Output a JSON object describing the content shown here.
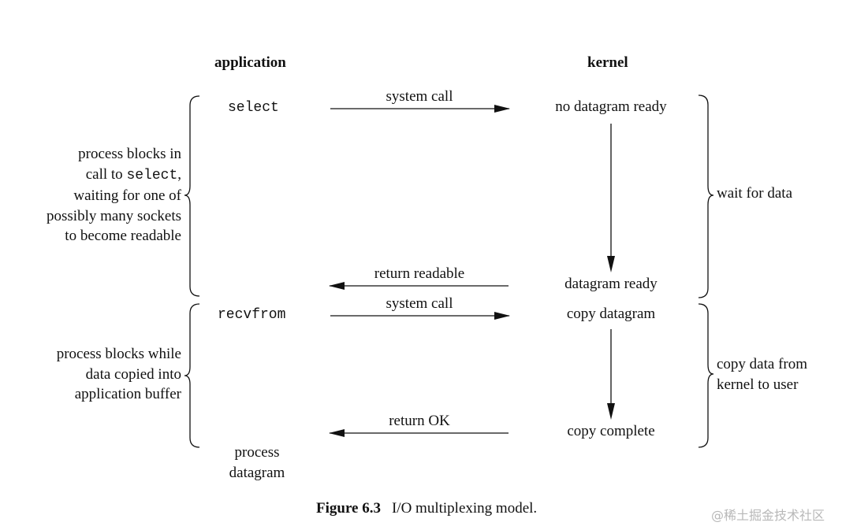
{
  "headers": {
    "application": "application",
    "kernel": "kernel"
  },
  "app_calls": {
    "select": "select",
    "recvfrom": "recvfrom"
  },
  "app_end": {
    "line1": "process",
    "line2": "datagram"
  },
  "arrows": {
    "system_call_1": "system call",
    "return_readable": "return readable",
    "system_call_2": "system call",
    "return_ok": "return OK"
  },
  "kernel_states": {
    "no_datagram": "no datagram ready",
    "datagram_ready": "datagram ready",
    "copy_datagram": "copy datagram",
    "copy_complete": "copy complete"
  },
  "left_notes": {
    "block1": {
      "line1": "process blocks in",
      "line2_prefix": "call to ",
      "line2_code": "select",
      "line2_suffix": ",",
      "line3": "waiting for one of",
      "line4": "possibly many sockets",
      "line5": "to become readable"
    },
    "block2": {
      "line1": "process blocks while",
      "line2": "data copied into",
      "line3": "application buffer"
    }
  },
  "right_notes": {
    "wait": "wait for data",
    "copy_line1": "copy data from",
    "copy_line2": "kernel to user"
  },
  "caption": {
    "label": "Figure 6.3",
    "text": "I/O multiplexing model."
  },
  "watermark": "@稀土掘金技术社区",
  "colors": {
    "ink": "#111111",
    "watermark": "#b8b8b8"
  }
}
